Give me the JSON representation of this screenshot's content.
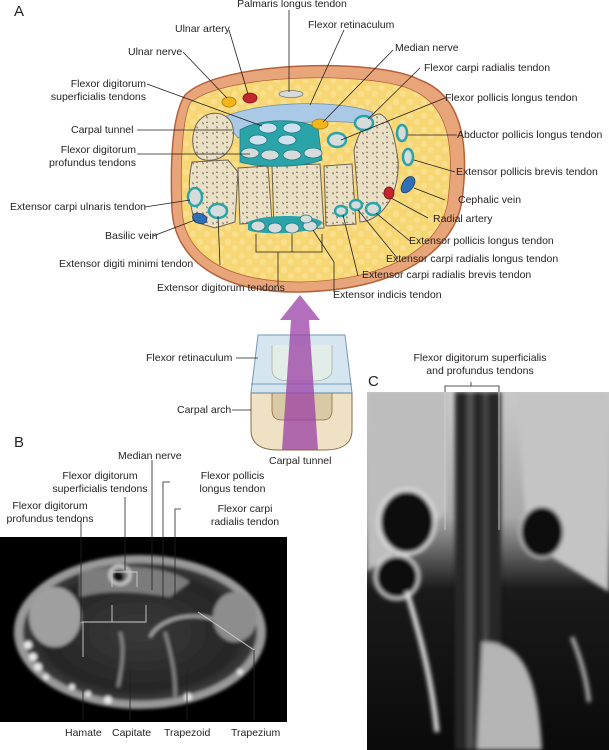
{
  "panels": {
    "a": {
      "letter": "A",
      "labels": {
        "palmaris_longus": "Palmaris longus tendon",
        "flexor_retinaculum": "Flexor retinaculum",
        "ulnar_artery": "Ulnar artery",
        "median_nerve": "Median nerve",
        "ulnar_nerve": "Ulnar nerve",
        "fcr": "Flexor carpi radialis tendon",
        "fds_1": "Flexor digitorum",
        "fds_2": "superficialis tendons",
        "fpl": "Flexor pollicis longus tendon",
        "carpal_tunnel": "Carpal tunnel",
        "apl": "Abductor pollicis longus tendon",
        "fdp_1": "Flexor digitorum",
        "fdp_2": "profundus tendons",
        "epb": "Extensor pollicis brevis tendon",
        "cephalic_vein": "Cephalic vein",
        "ecu": "Extensor carpi ulnaris tendon",
        "radial_artery": "Radial artery",
        "basilic_vein": "Basilic vein",
        "epl": "Extensor pollicis longus tendon",
        "ecrl": "Extensor carpi radialis longus tendon",
        "edm": "Extensor digiti minimi tendon",
        "ecrb": "Extensor carpi radialis brevis tendon",
        "ed": "Extensor digitorum tendons",
        "ei": "Extensor indicis tendon"
      }
    },
    "schematic": {
      "labels": {
        "flexor_retinaculum": "Flexor retinaculum",
        "carpal_arch": "Carpal arch",
        "carpal_tunnel": "Carpal tunnel"
      }
    },
    "b": {
      "letter": "B",
      "labels": {
        "median_nerve": "Median nerve",
        "fds_1": "Flexor digitorum",
        "fds_2": "superficialis tendons",
        "fpl_1": "Flexor pollicis",
        "fpl_2": "longus tendon",
        "fdp_1": "Flexor digitorum",
        "fdp_2": "profundus tendons",
        "fcr_1": "Flexor carpi",
        "fcr_2": "radialis tendon",
        "hamate": "Hamate",
        "capitate": "Capitate",
        "trapezoid": "Trapezoid",
        "trapezium": "Trapezium"
      }
    },
    "c": {
      "letter": "C",
      "labels": {
        "tendons_1": "Flexor digitorum superficialis",
        "tendons_2": "and profundus tendons"
      }
    }
  },
  "colors": {
    "skin": "#e8a57a",
    "skin_edge": "#b5613a",
    "fat": "#f7d774",
    "bone": "#e9e0c6",
    "bone_edge": "#6f6353",
    "tendon_sheath": "#2aa4a8",
    "tendon": "#d6dbdc",
    "retinaculum": "#a9c9e6",
    "nerve": "#f2b51c",
    "artery": "#c1272d",
    "vein": "#2f6fb5",
    "arrow": "#9b3fa6",
    "carpal_arch": "#efe2c4"
  }
}
